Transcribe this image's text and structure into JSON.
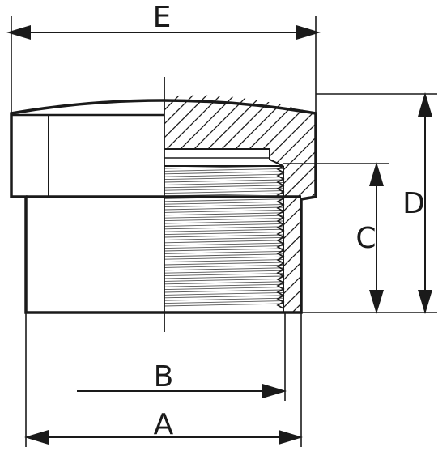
{
  "diagram": {
    "labels": {
      "E": "E",
      "D": "D",
      "C": "C",
      "B": "B",
      "A": "A"
    }
  }
}
